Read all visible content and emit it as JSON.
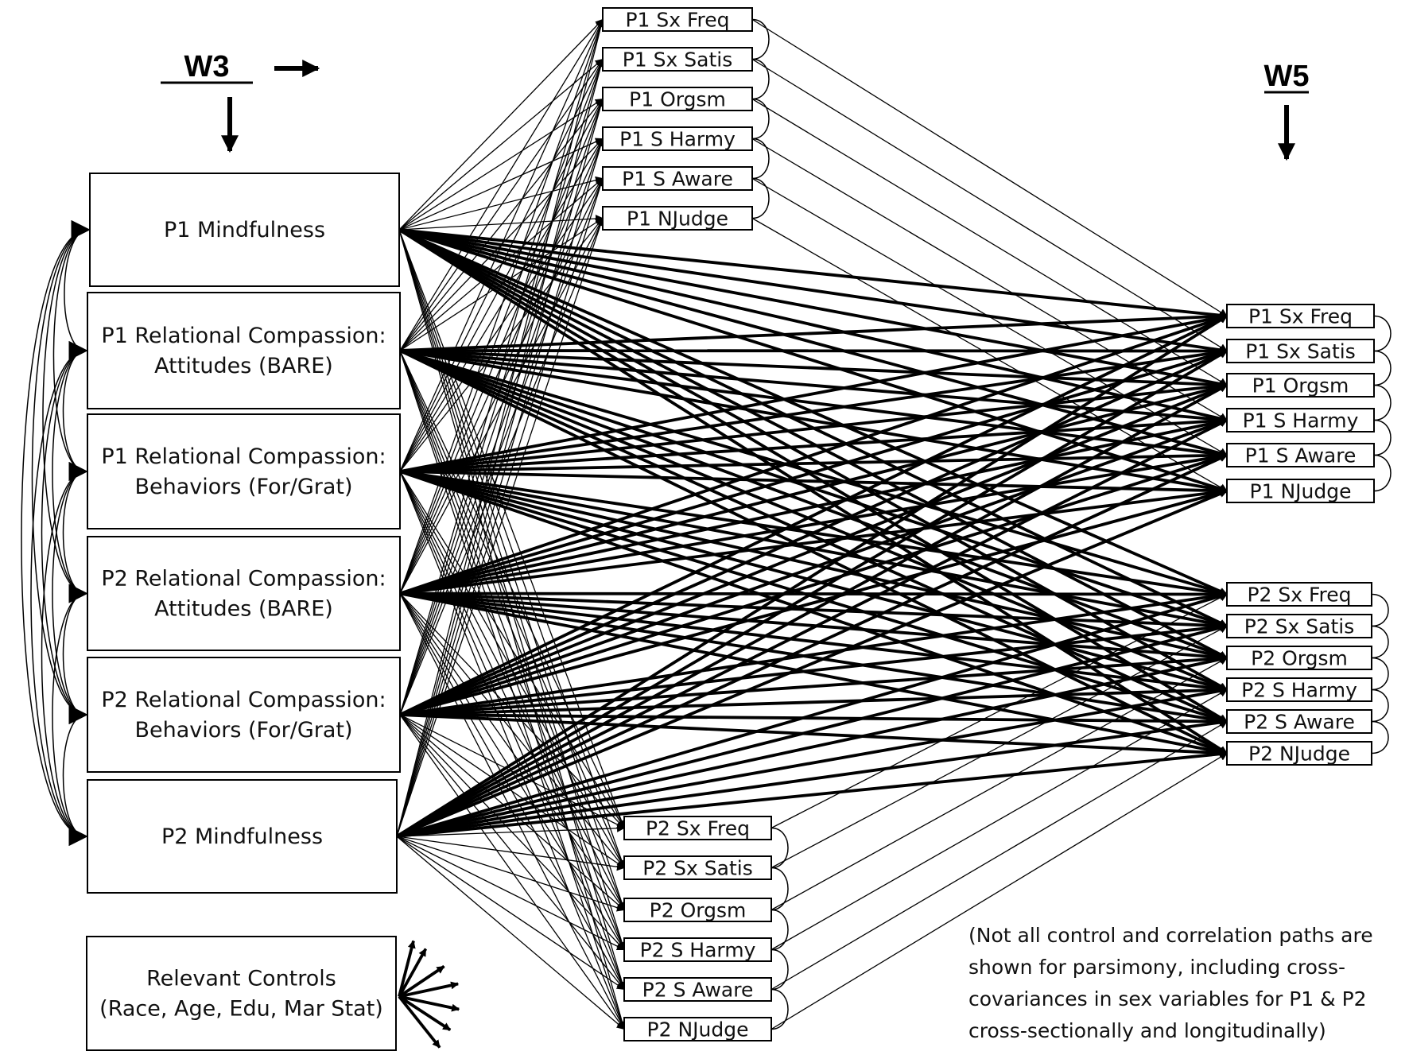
{
  "headings": {
    "w3": "W3",
    "w5": "W5"
  },
  "predictors": [
    {
      "id": "p1-mind",
      "lines": [
        "P1 Mindfulness"
      ]
    },
    {
      "id": "p1-att",
      "lines": [
        "P1 Relational Compassion:",
        "Attitudes (BARE)"
      ]
    },
    {
      "id": "p1-beh",
      "lines": [
        "P1 Relational Compassion:",
        "Behaviors (For/Grat)"
      ]
    },
    {
      "id": "p2-att",
      "lines": [
        "P2 Relational Compassion:",
        "Attitudes (BARE)"
      ]
    },
    {
      "id": "p2-beh",
      "lines": [
        "P2 Relational Compassion:",
        "Behaviors (For/Grat)"
      ]
    },
    {
      "id": "p2-mind",
      "lines": [
        "P2 Mindfulness"
      ]
    }
  ],
  "controls": {
    "lines": [
      "Relevant Controls",
      "(Race, Age, Edu, Mar Stat)"
    ]
  },
  "w3_p1_outcomes": [
    "P1 Sx Freq",
    "P1 Sx Satis",
    "P1 Orgsm",
    "P1 S Harmy",
    "P1 S Aware",
    "P1 NJudge"
  ],
  "w3_p2_outcomes": [
    "P2 Sx Freq",
    "P2 Sx Satis",
    "P2 Orgsm",
    "P2 S Harmy",
    "P2 S Aware",
    "P2 NJudge"
  ],
  "w5_p1_outcomes": [
    "P1 Sx Freq",
    "P1 Sx Satis",
    "P1 Orgsm",
    "P1 S Harmy",
    "P1 S Aware",
    "P1 NJudge"
  ],
  "w5_p2_outcomes": [
    "P2 Sx Freq",
    "P2 Sx Satis",
    "P2 Orgsm",
    "P2 S Harmy",
    "P2 S Aware",
    "P2 NJudge"
  ],
  "note": {
    "lines": [
      "(Not all control and correlation paths are",
      "shown for parsimony, including cross-",
      "covariances in sex variables for P1 & P2",
      "cross-sectionally and longitudinally)"
    ]
  }
}
